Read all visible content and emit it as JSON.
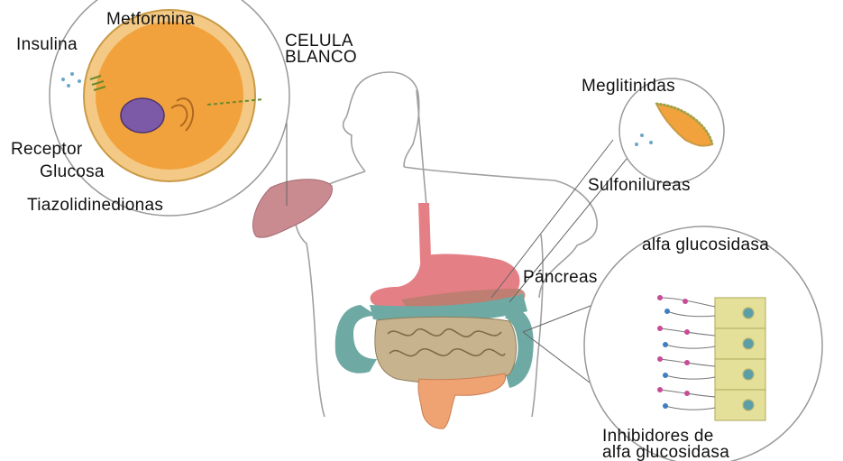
{
  "labels": {
    "metformina": "Metformina",
    "insulina": "Insulina",
    "celula_line1": "CELULA",
    "celula_line2": "BLANCO",
    "meglitinidas": "Meglitinidas",
    "receptor": "Receptor",
    "glucosa": "Glucosa",
    "tiazolidinedionas": "Tiazolidinedionas",
    "sulfonilureas": "Sulfonilureas",
    "alfa_glucosidasa": "alfa glucosidasa",
    "pancreas": "Páncreas",
    "inhibidores_line1": "Inhibidores de",
    "inhibidores_line2": "alfa glucosidasa"
  },
  "colors": {
    "liver": "#c98a90",
    "stomach": "#e57f86",
    "cell_cytoplasm": "#f2a23c",
    "cell_membrane": "#f3c985",
    "nucleus": "#7d5aa8",
    "colon": "#6fa9a3",
    "small_intestine": "#c7b48e",
    "rectum": "#f0a372",
    "enterocyte": "#e4e09a",
    "body_outline": "#9a9a9a"
  }
}
